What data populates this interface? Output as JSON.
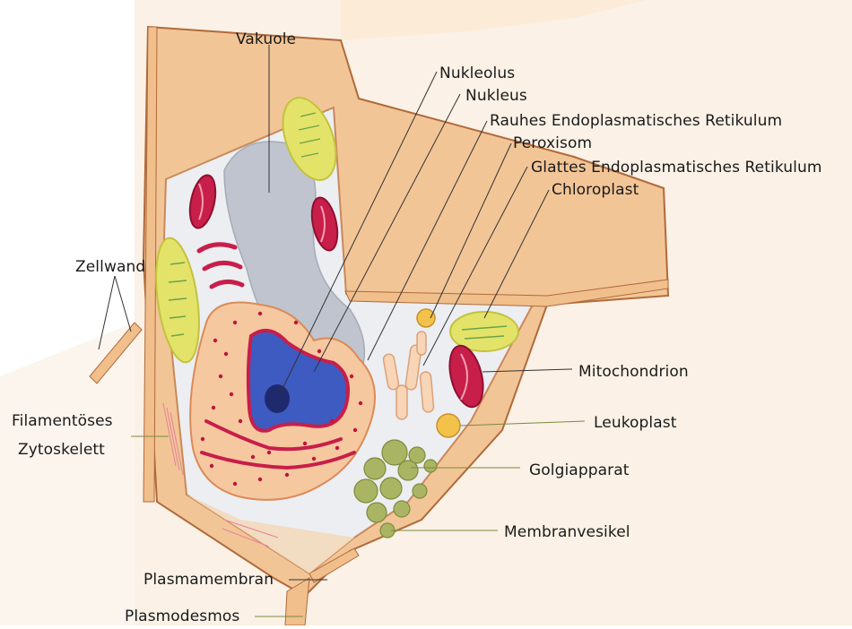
{
  "labels": {
    "vakuole": "Vakuole",
    "nukleolus": "Nukleolus",
    "nukleus": "Nukleus",
    "rauhes_er": "Rauhes Endoplasmatisches Retikulum",
    "peroxisom": "Peroxisom",
    "glattes_er": "Glattes Endoplasmatisches Retikulum",
    "chloroplast": "Chloroplast",
    "zellwand": "Zellwand",
    "mitochondrion": "Mitochondrion",
    "filamentoeses": "Filamentöses",
    "zytoskelett": "Zytoskelett",
    "leukoplast": "Leukoplast",
    "golgiapparat": "Golgiapparat",
    "membranvesikel": "Membranvesikel",
    "plasmamembran": "Plasmamembran",
    "plasmodesmos": "Plasmodesmos"
  },
  "colors": {
    "page_background": "#ffffff",
    "cell_wall": "#f2c597",
    "cell_wall_edge": "#b06a3a",
    "neighbor_cell": "#fbf1e6",
    "cytoplasm": "#eceef2",
    "vacuole": "#bfc4cf",
    "nucleus": "#3e5bc2",
    "nucleolus": "#1f2a6e",
    "nuclear_envelope": "#f5c8a0",
    "rough_er_dots": "#c0143c",
    "chloroplast": "#e3e36a",
    "mitochondrion": "#c81e4a",
    "golgi_vesicles": "#a9b563",
    "leukoplast": "#f2c24a",
    "leader_line_black": "#333333",
    "leader_line_green": "#7a8b3a"
  }
}
